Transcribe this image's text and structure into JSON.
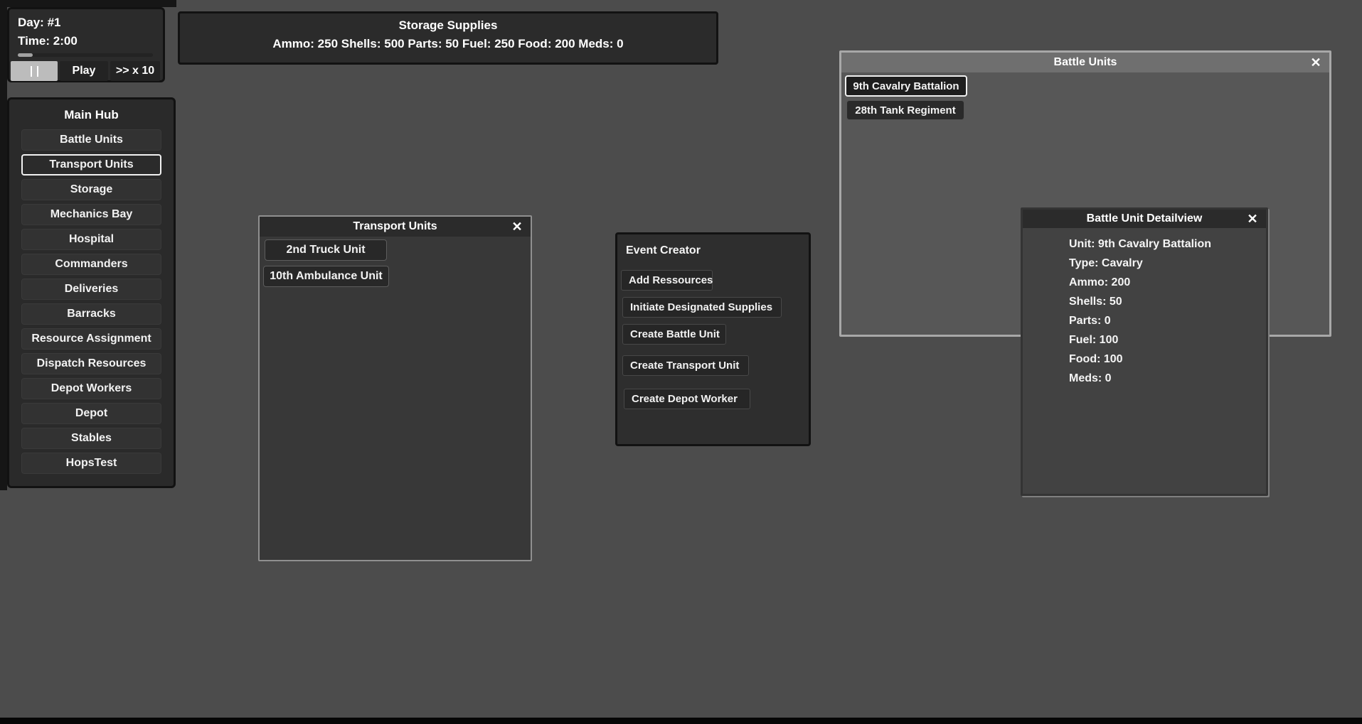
{
  "time_panel": {
    "day_label": "Day: #1",
    "time_label": "Time: 2:00",
    "play_label": "Play",
    "fast_forward_label": ">> x 10"
  },
  "storage_panel": {
    "title": "Storage Supplies",
    "supplies_line": "Ammo: 250 Shells: 500 Parts: 50 Fuel: 250 Food: 200 Meds: 0"
  },
  "sidebar": {
    "title": "Main Hub",
    "items": [
      {
        "label": "Battle Units",
        "selected": false
      },
      {
        "label": "Transport Units",
        "selected": true
      },
      {
        "label": "Storage",
        "selected": false
      },
      {
        "label": "Mechanics Bay",
        "selected": false
      },
      {
        "label": "Hospital",
        "selected": false
      },
      {
        "label": "Commanders",
        "selected": false
      },
      {
        "label": "Deliveries",
        "selected": false
      },
      {
        "label": "Barracks",
        "selected": false
      },
      {
        "label": "Resource Assignment",
        "selected": false
      },
      {
        "label": "Dispatch Resources",
        "selected": false
      },
      {
        "label": "Depot Workers",
        "selected": false
      },
      {
        "label": "Depot",
        "selected": false
      },
      {
        "label": "Stables",
        "selected": false
      },
      {
        "label": "HopsTest",
        "selected": false
      }
    ]
  },
  "transport_window": {
    "title": "Transport Units",
    "close_label": "✕",
    "units": [
      {
        "label": "2nd Truck Unit"
      },
      {
        "label": "10th Ambulance Unit"
      }
    ]
  },
  "event_creator": {
    "title": "Event Creator",
    "buttons": [
      {
        "label": "Add Ressources"
      },
      {
        "label": "Initiate Designated Supplies"
      },
      {
        "label": "Create Battle Unit"
      },
      {
        "label": "Create Transport Unit"
      },
      {
        "label": "Create Depot Worker"
      }
    ]
  },
  "battle_window": {
    "title": "Battle Units",
    "close_label": "✕",
    "units": [
      {
        "label": "9th Cavalry Battalion",
        "selected": true
      },
      {
        "label": "28th Tank Regiment",
        "selected": false
      }
    ]
  },
  "detail_window": {
    "title": "Battle Unit Detailview",
    "close_label": "✕",
    "lines": [
      "Unit: 9th Cavalry Battalion",
      "Type: Cavalry",
      "Ammo: 200",
      "Shells: 50",
      "Parts: 0",
      "Fuel: 100",
      "Food: 100",
      "Meds: 0"
    ]
  },
  "colors": {
    "background": "#4c4c4c",
    "panel_dark": "#2b2b2b",
    "window_body": "#383838",
    "focused_titlebar": "#6f6f6f",
    "focused_body": "#575757",
    "selected_border": "#f2f2f2"
  }
}
